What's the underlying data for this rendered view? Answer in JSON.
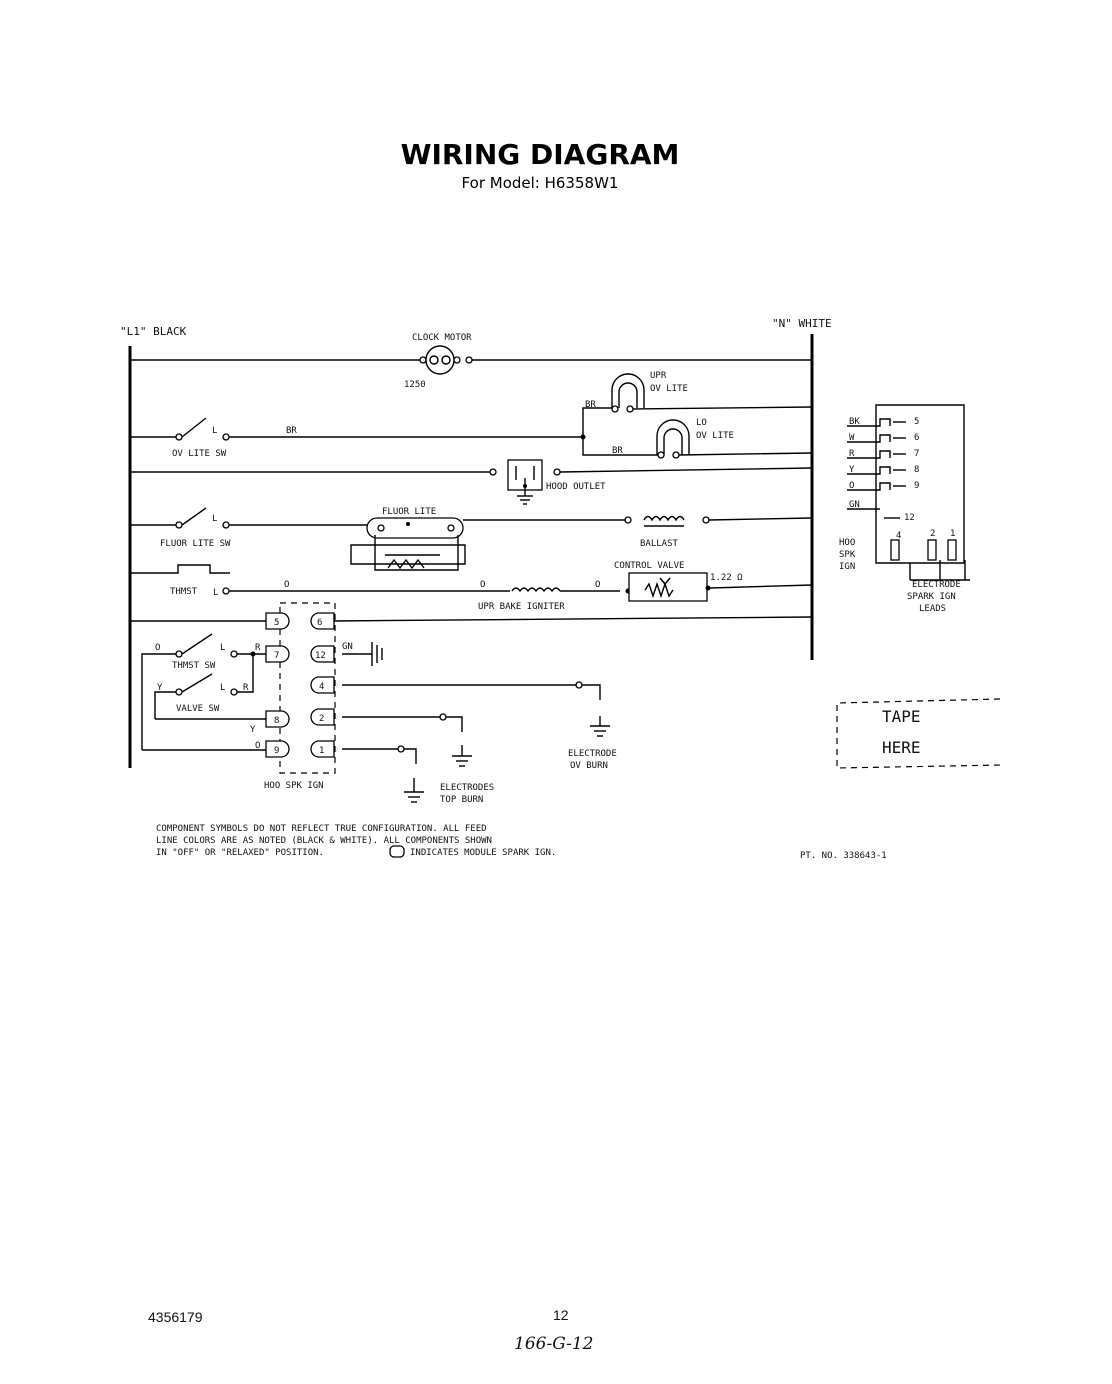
{
  "header": {
    "title": "WIRING DIAGRAM",
    "subtitle": "For Model: H6358W1"
  },
  "lines": {
    "l1": "\"L1\" BLACK",
    "n": "\"N\" WHITE"
  },
  "components": {
    "clock_motor": "CLOCK MOTOR",
    "clock_res": "1250",
    "upr_ov_lite": [
      "UPR",
      "OV LITE"
    ],
    "lo_ov_lite": [
      "LO",
      "OV LITE"
    ],
    "ov_lite_sw": "OV LITE SW",
    "hood_outlet": "HOOD OUTLET",
    "fluor_lite": "FLUOR LITE",
    "fluor_lite_sw": "FLUOR LITE SW",
    "ballast": "BALLAST",
    "thmst": "THMST",
    "control_valve": "CONTROL VALVE",
    "valve_res": "1.22 Ω",
    "upr_bake_igniter": "UPR BAKE IGNITER",
    "thmst_sw": "THMST SW",
    "valve_sw": "VALVE SW",
    "hood_spk_ign": "HOO SPK IGN",
    "electrodes_top_burn": [
      "ELECTRODES",
      "TOP BURN"
    ],
    "electrode_ov_burn": [
      "ELECTRODE",
      "OV BURN"
    ]
  },
  "wire_labels": {
    "br1": "BR",
    "br2": "BR",
    "br3": "BR",
    "o1": "O",
    "o2": "O",
    "o3": "O",
    "o4": "O",
    "o5": "O",
    "y1": "Y",
    "y2": "Y",
    "r1": "R",
    "r2": "R",
    "gn": "GN"
  },
  "module_pins": [
    "5",
    "6",
    "7",
    "12",
    "4",
    "8",
    "2",
    "9",
    "1"
  ],
  "legend": {
    "rows": [
      {
        "color": "BK",
        "pin": "5"
      },
      {
        "color": "W",
        "pin": "6"
      },
      {
        "color": "R",
        "pin": "7"
      },
      {
        "color": "Y",
        "pin": "8"
      },
      {
        "color": "O",
        "pin": "9"
      },
      {
        "color": "GN",
        "pin": "12"
      }
    ],
    "bottom_pins": [
      "4",
      "2",
      "1"
    ],
    "side_label": [
      "HOO",
      "SPK",
      "IGN"
    ],
    "leads_label": [
      "ELECTRODE",
      "SPARK IGN",
      "LEADS"
    ]
  },
  "tape": [
    "TAPE",
    "HERE"
  ],
  "note": [
    "COMPONENT SYMBOLS DO NOT REFLECT TRUE CONFIGURATION.  ALL FEED",
    "LINE COLORS ARE AS NOTED (BLACK & WHITE).   ALL COMPONENTS SHOWN",
    "IN \"OFF\" OR \"RELAXED\" POSITION.",
    "INDICATES MODULE SPARK IGN."
  ],
  "part_no": "PT. NO. 338643-1",
  "footer": {
    "doc_no": "4356179",
    "page": "12",
    "handwritten": "166-G-12"
  }
}
